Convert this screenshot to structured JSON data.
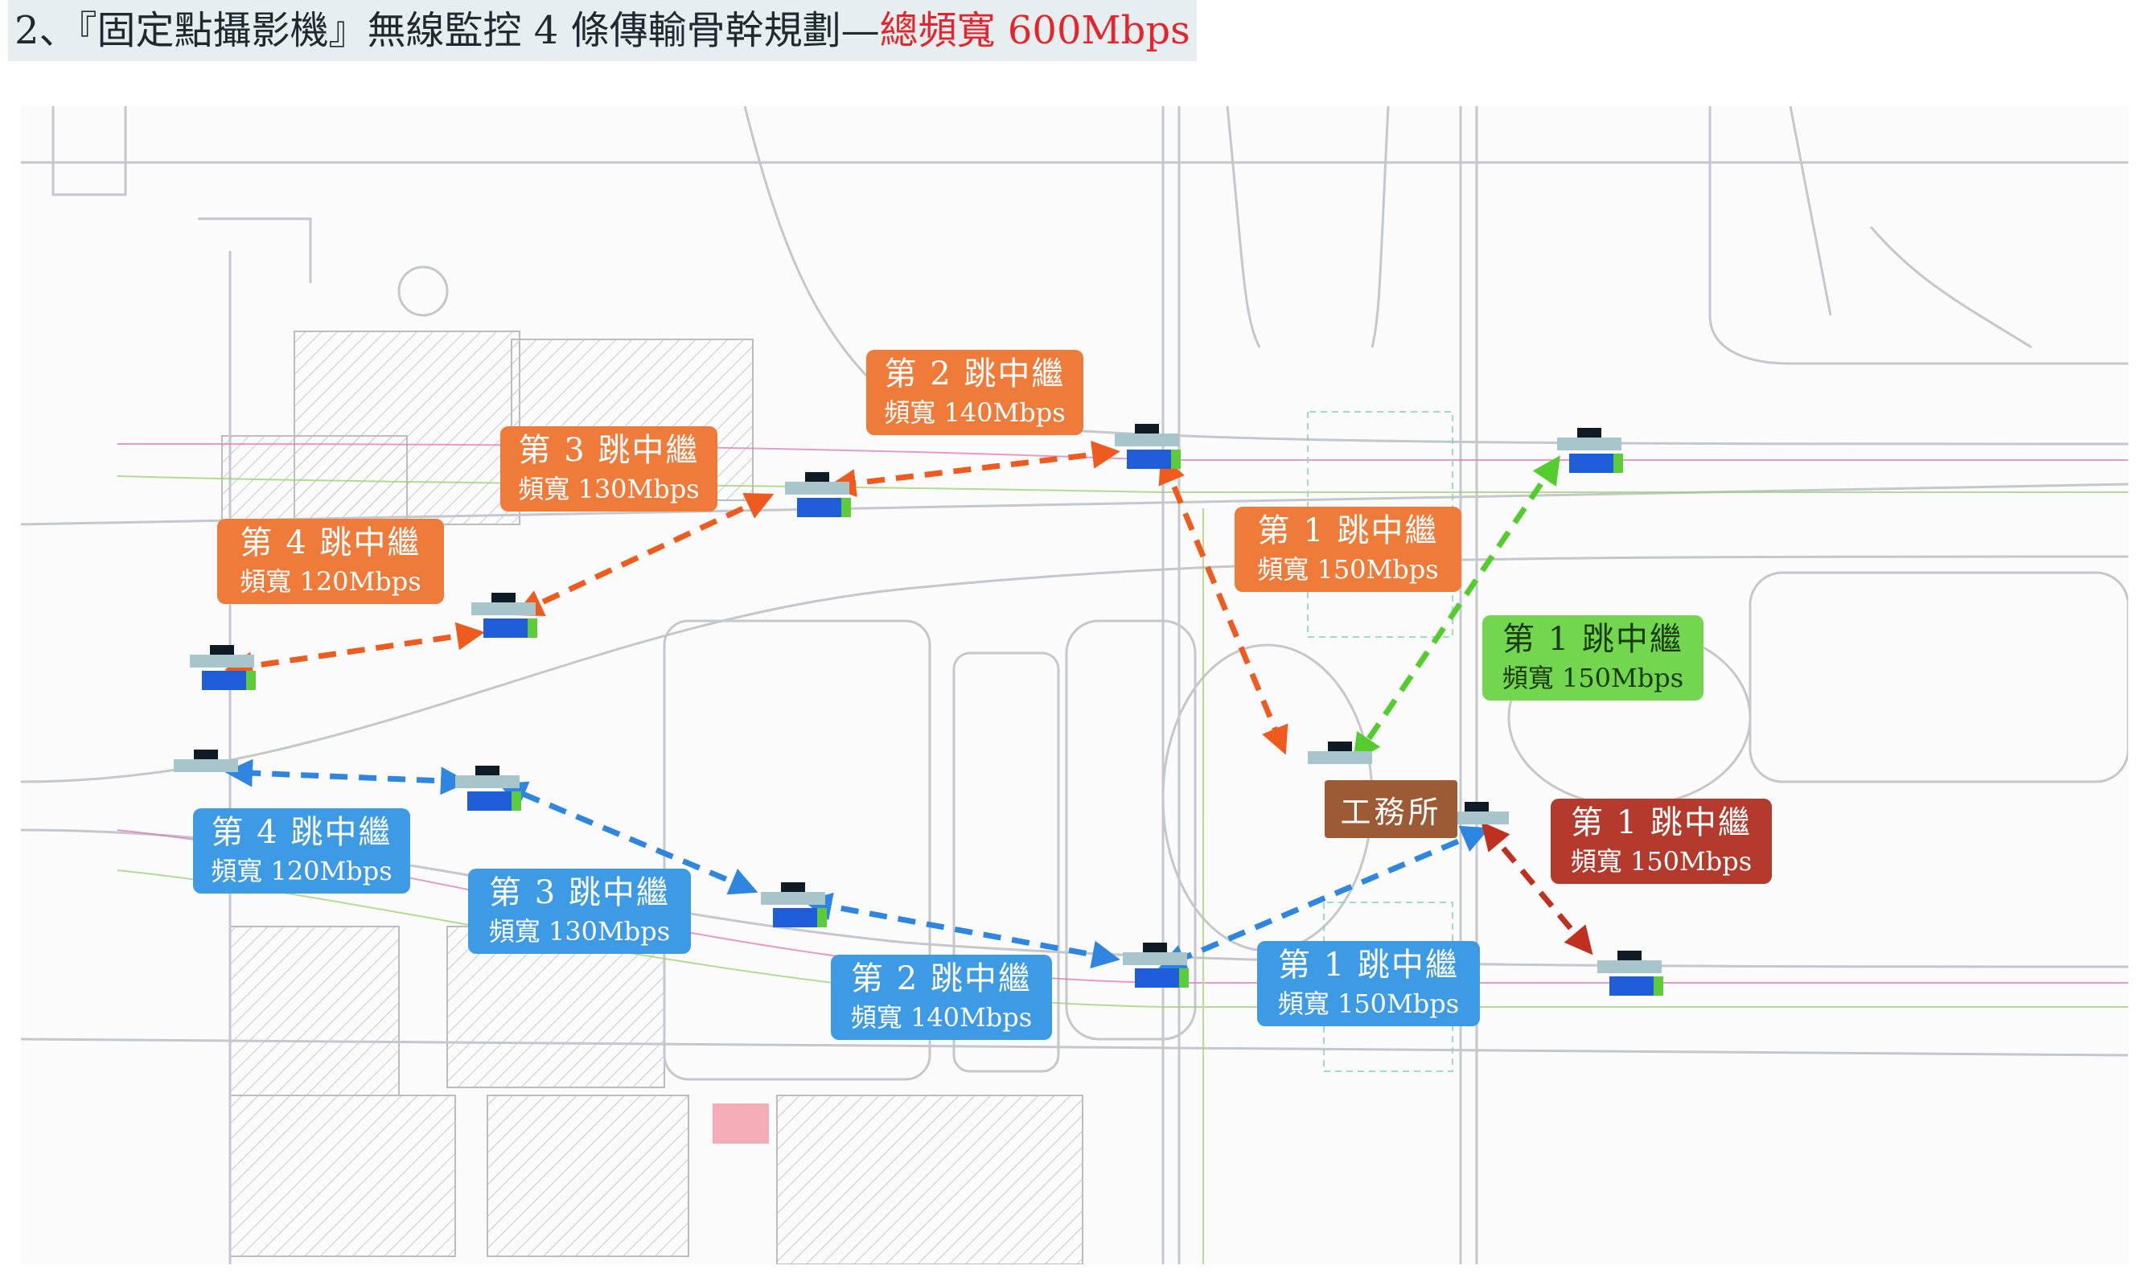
{
  "title": {
    "main": "2、『固定點攝影機』無線監控 4 條傳輸骨幹規劃—",
    "accent": "總頻寬 600Mbps"
  },
  "colors": {
    "orange": "#ef7b3b",
    "blue": "#3d9be6",
    "green": "#72d64e",
    "red": "#b33a2c",
    "office": "#9c5a35",
    "title_accent": "#e3262e"
  },
  "office": {
    "label": "工務所"
  },
  "routes": {
    "orange": [
      {
        "hop": "第 1 跳中繼",
        "bandwidth": "頻寬 150Mbps"
      },
      {
        "hop": "第 2 跳中繼",
        "bandwidth": "頻寬 140Mbps"
      },
      {
        "hop": "第 3 跳中繼",
        "bandwidth": "頻寬 130Mbps"
      },
      {
        "hop": "第 4 跳中繼",
        "bandwidth": "頻寬 120Mbps"
      }
    ],
    "blue": [
      {
        "hop": "第 1 跳中繼",
        "bandwidth": "頻寬 150Mbps"
      },
      {
        "hop": "第 2 跳中繼",
        "bandwidth": "頻寬 140Mbps"
      },
      {
        "hop": "第 3 跳中繼",
        "bandwidth": "頻寬 130Mbps"
      },
      {
        "hop": "第 4 跳中繼",
        "bandwidth": "頻寬 120Mbps"
      }
    ],
    "green": [
      {
        "hop": "第 1 跳中繼",
        "bandwidth": "頻寬 150Mbps"
      }
    ],
    "red": [
      {
        "hop": "第 1 跳中繼",
        "bandwidth": "頻寬 150Mbps"
      }
    ]
  }
}
